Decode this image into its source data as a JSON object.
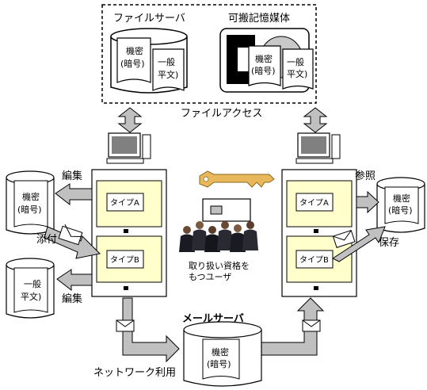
{
  "file_server": {
    "label": "ファイルサーバ"
  },
  "portable_media": {
    "label": "可搬記憶媒体"
  },
  "file_access": {
    "label": "ファイルアクセス"
  },
  "mail_server": {
    "label": "メールサーバ"
  },
  "user": {
    "line1": "取り扱い資格を",
    "line2": "もつユーザ"
  },
  "doc": {
    "confidential_1": "機密",
    "confidential_2": "(暗号)",
    "general_1": "一般",
    "general_2": "平文)"
  },
  "types": {
    "a": "タイプA",
    "b": "タイプB"
  },
  "actions": {
    "edit": "編集",
    "attach": "添付",
    "network_use": "ネットワーク利用",
    "reference": "参照",
    "save": "保存"
  },
  "colors": {
    "arrow_fill": "#c0c0c0",
    "screen_fill": "#ffffcc",
    "key_fill": "#e8b85a",
    "disc_fill": "#c8c8c8"
  },
  "icons": [
    "file-server-icon",
    "portable-media-icon",
    "computer-icon",
    "key-icon",
    "people-icon",
    "envelope-icon",
    "document-icon",
    "mail-server-icon"
  ]
}
